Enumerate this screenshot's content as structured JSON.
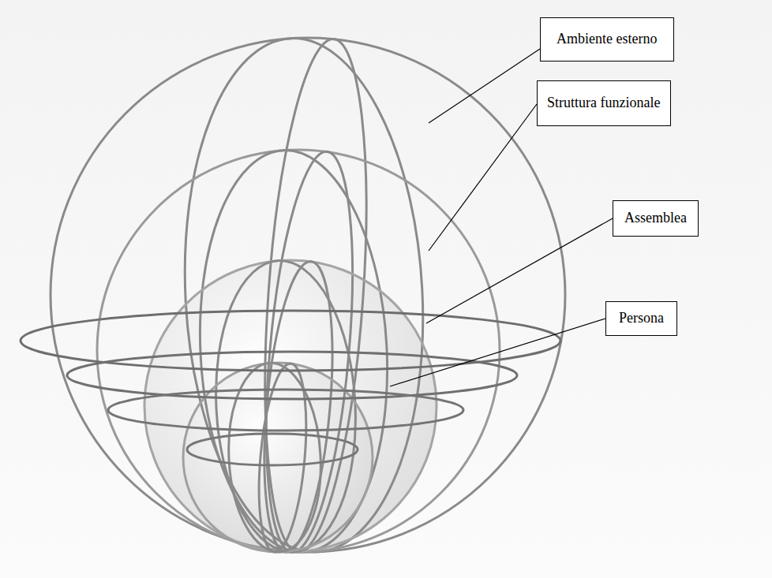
{
  "diagram": {
    "nodes": [
      {
        "text": [
          "Ambiente esterno"
        ]
      },
      {
        "text": [
          "Struttura funzionale"
        ]
      },
      {
        "text": [
          "Assemblea"
        ]
      },
      {
        "text": [
          "Persona"
        ]
      }
    ]
  }
}
